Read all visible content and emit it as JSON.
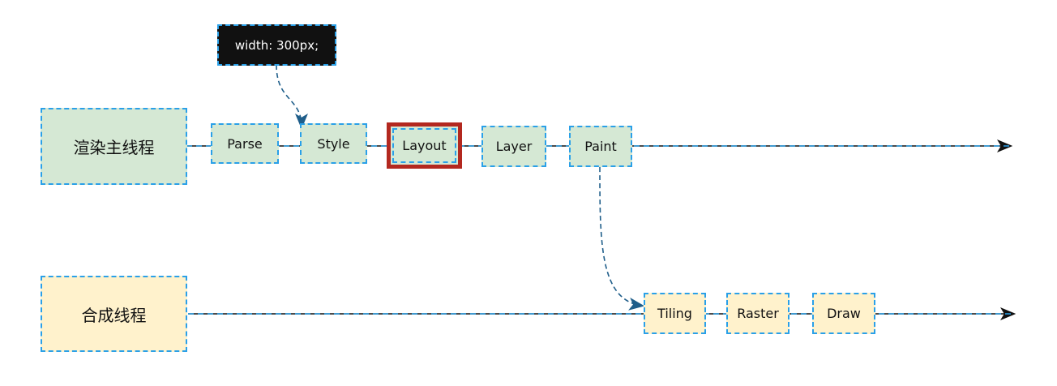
{
  "lanes": {
    "main": {
      "label": "渲染主线程"
    },
    "compositor": {
      "label": "合成线程"
    }
  },
  "main_nodes": [
    "Parse",
    "Style",
    "Layout",
    "Layer",
    "Paint"
  ],
  "compositor_nodes": [
    "Tiling",
    "Raster",
    "Draw"
  ],
  "annotation": {
    "text": "width: 300px;"
  },
  "selected_node": "Layout",
  "colors": {
    "main_fill": "#d5e8d4",
    "compositor_fill": "#fff2cc",
    "dashed_border": "#2aa0e8",
    "highlight_border": "#b3281f",
    "annotation_fill": "#111111"
  }
}
